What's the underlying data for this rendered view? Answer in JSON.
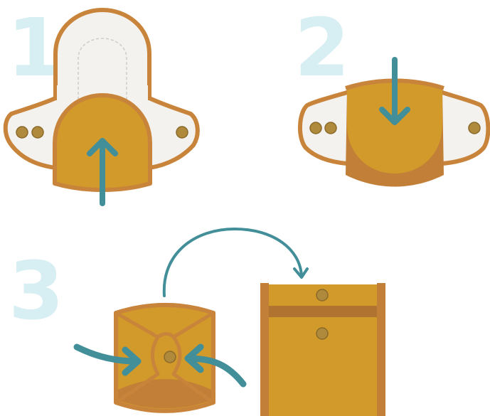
{
  "steps": [
    {
      "number": "1"
    },
    {
      "number": "2"
    },
    {
      "number": "3"
    }
  ],
  "colors": {
    "number": "#d7eef3",
    "outline": "#c8843a",
    "liner": "#f4f2ef",
    "pad_gold": "#d29a2a",
    "pad_shadow": "#c27f38",
    "pouch_band": "#b07430",
    "snap": "#b08a3c",
    "snap_stroke": "#8a6a2a",
    "arrow": "#438f99",
    "stitch": "#cccccc"
  },
  "icons": [
    "up-arrow-icon",
    "down-arrow-icon",
    "curved-arrow-icon",
    "snap-button-icon"
  ]
}
